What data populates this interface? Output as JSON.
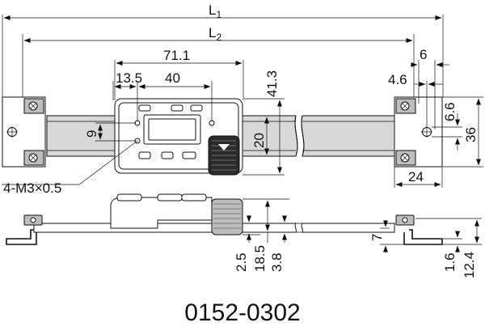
{
  "drawing": {
    "model_number": "0152-0302",
    "callout_thread": "4-M3×0.5",
    "dimensions": {
      "L1": "L1",
      "L2": "L2",
      "d71_1": "71.1",
      "d13_5": "13.5",
      "d40": "40",
      "d41_3": "41.3",
      "d9": "9",
      "d20": "20",
      "d6": "6",
      "d4_6": "4.6",
      "d6_6": "6.6",
      "d36": "36",
      "d24": "24",
      "d7": "7",
      "d2_5": "2.5",
      "d18_5": "18.5",
      "d3_8": "3.8",
      "d1_6": "1.6",
      "d12_4": "12.4"
    }
  }
}
